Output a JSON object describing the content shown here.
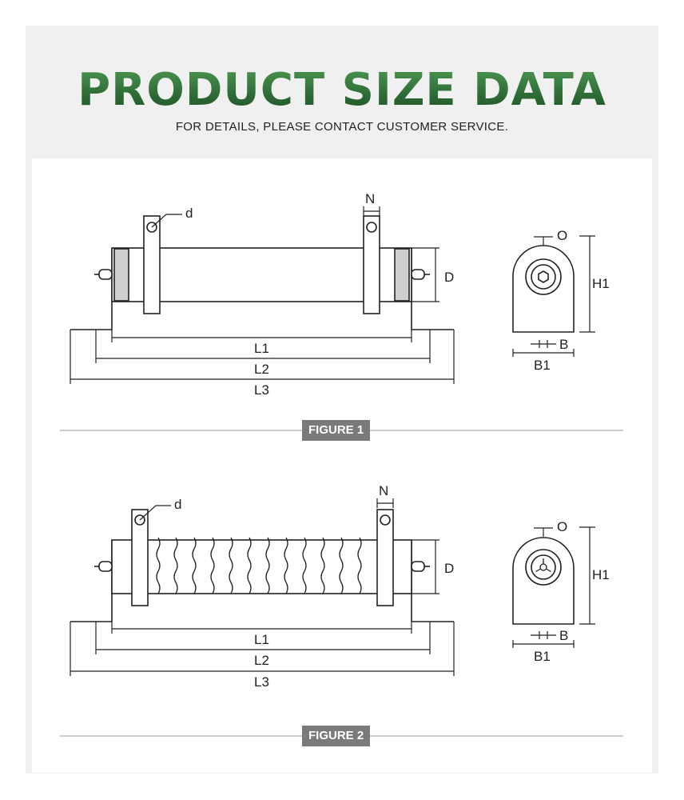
{
  "header": {
    "title": "PRODUCT SIZE DATA",
    "subtitle": "FOR DETAILS, PLEASE CONTACT CUSTOMER SERVICE."
  },
  "figures": [
    {
      "caption": "FIGURE 1",
      "labels": {
        "d": "d",
        "N": "N",
        "O": "O",
        "D": "D",
        "H1": "H1",
        "B": "B",
        "B1": "B1",
        "L1": "L1",
        "L2": "L2",
        "L3": "L3"
      }
    },
    {
      "caption": "FIGURE 2",
      "labels": {
        "d": "d",
        "N": "N",
        "O": "O",
        "D": "D",
        "H1": "H1",
        "B": "B",
        "B1": "B1",
        "L1": "L1",
        "L2": "L2",
        "L3": "L3"
      }
    }
  ],
  "colors": {
    "title_green_light": "#4f9a55",
    "title_green_dark": "#1e4f25",
    "caption_bg": "#7a7a7a",
    "frame_bg": "#f0f0f0"
  }
}
